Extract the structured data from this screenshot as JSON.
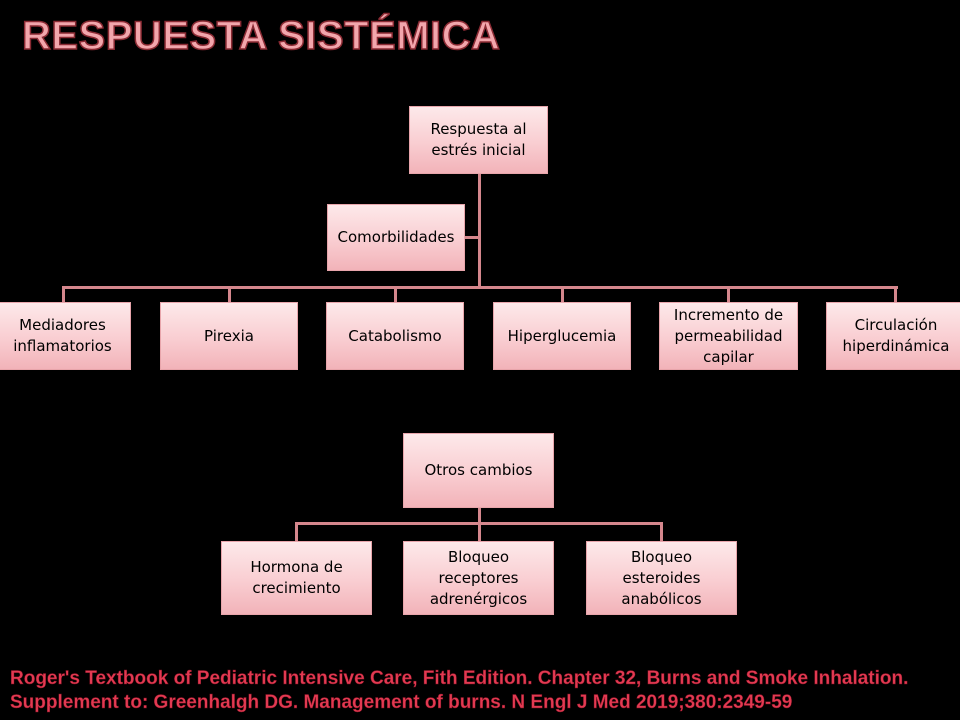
{
  "title": "RESPUESTA SISTÉMICA",
  "tree1": {
    "root": "Respuesta al estrés inicial",
    "assistant": "Comorbilidades",
    "children": [
      "Mediadores inflamatorios",
      "Pirexia",
      "Catabolismo",
      "Hiperglucemia",
      "Incremento de permeabilidad capilar",
      "Circulación hiperdinámica"
    ]
  },
  "tree2": {
    "root": "Otros cambios",
    "children": [
      "Hormona de crecimiento",
      "Bloqueo receptores adrenérgicos",
      "Bloqueo esteroides anabólicos"
    ]
  },
  "citation": {
    "line1": "Roger's Textbook of Pediatric Intensive Care, Fith Edition. Chapter 32, Burns and Smoke Inhalation.",
    "line2": "Supplement to: Greenhalgh DG. Management of burns. N Engl J Med 2019;380:2349-59"
  },
  "colors": {
    "node_fill": "#f9cdd1",
    "connector": "#d5878d",
    "title": "#f2a6ac",
    "citation": "#e23a52"
  }
}
